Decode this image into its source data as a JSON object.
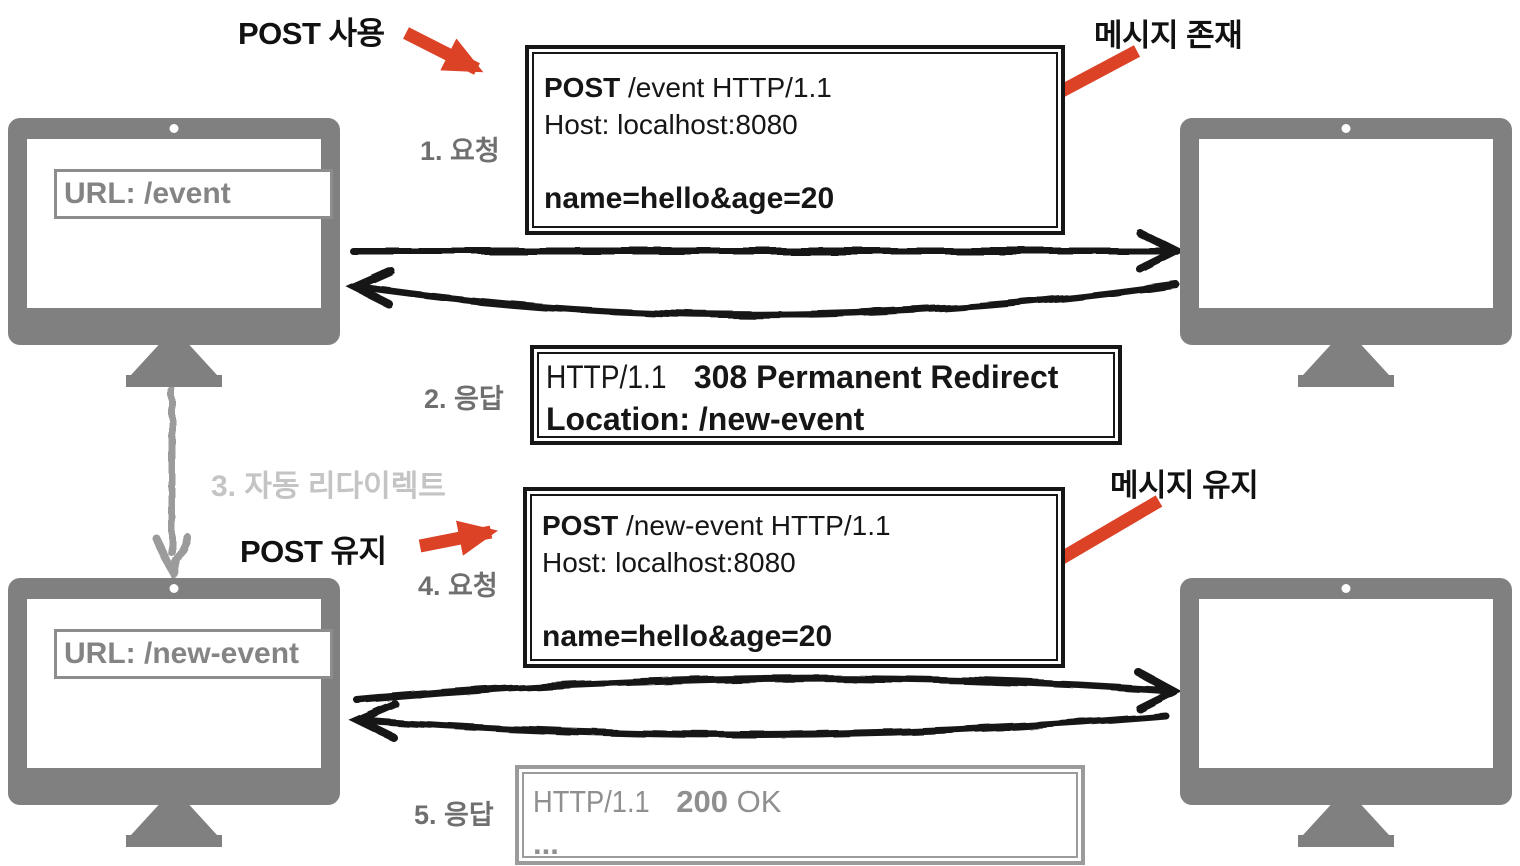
{
  "annotations": {
    "post_usage": "POST 사용",
    "message_exists": "메시지 존재",
    "post_keep": "POST 유지",
    "message_keep": "메시지 유지"
  },
  "steps": {
    "s1": "1. 요청",
    "s2": "2. 응답",
    "s3": "3. 자동 리다이렉트",
    "s4": "4. 요청",
    "s5": "5. 응답"
  },
  "monitors": {
    "client_before": {
      "url": "URL: /event"
    },
    "client_after": {
      "url": "URL: /new-event"
    }
  },
  "boxes": {
    "request1": {
      "method": "POST",
      "target": " /event HTTP/1.1",
      "host": "Host: localhost:8080",
      "body": "name=hello&age=20"
    },
    "response1": {
      "version": "HTTP/1.1",
      "status": " 308 Permanent Redirect",
      "location": "Location: /new-event"
    },
    "request2": {
      "method": "POST",
      "target": " /new-event HTTP/1.1",
      "host": "Host: localhost:8080",
      "body": "name=hello&age=20"
    },
    "response2": {
      "version": "HTTP/1.1",
      "status": " 200",
      "reason": " OK",
      "body": "..."
    }
  },
  "colors": {
    "monitor_gray": "#808080",
    "arrow_red": "#dc4226",
    "sketch_black": "#161616",
    "step_label_gray": "#6f6f6f",
    "light_label_gray": "#c4c4c4",
    "muted_box_gray": "#9b9b9b",
    "redirect_arrow_gray": "#9b9b9b"
  }
}
